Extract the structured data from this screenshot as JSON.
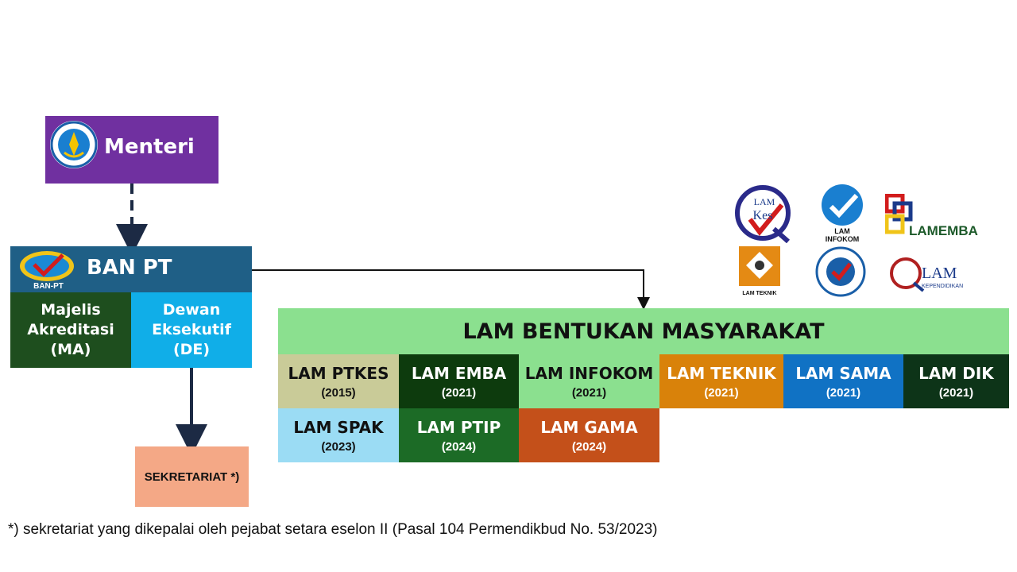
{
  "menteri": {
    "label": "Menteri"
  },
  "ban_pt": {
    "label": "BAN PT",
    "logo_text": "BAN-PT",
    "majelis": {
      "line1": "Majelis",
      "line2": "Akreditasi",
      "line3": "(MA)"
    },
    "dewan": {
      "line1": "Dewan",
      "line2": "Eksekutif",
      "line3": "(DE)"
    }
  },
  "sekretariat": {
    "label": "SEKRETARIAT *)"
  },
  "lam_header": {
    "label": "LAM BENTUKAN MASYARAKAT"
  },
  "lams": [
    {
      "name": "LAM PTKES",
      "year": "(2015)",
      "bg": "#c9cb98",
      "fg": "#111111"
    },
    {
      "name": "LAM EMBA",
      "year": "(2021)",
      "bg": "#0d3b0d",
      "fg": "#ffffff"
    },
    {
      "name": "LAM INFOKOM",
      "year": "(2021)",
      "bg": "#8be08f",
      "fg": "#111111"
    },
    {
      "name": "LAM TEKNIK",
      "year": "(2021)",
      "bg": "#d9820a",
      "fg": "#ffffff"
    },
    {
      "name": "LAM SAMA",
      "year": "(2021)",
      "bg": "#1072c4",
      "fg": "#ffffff"
    },
    {
      "name": "LAM DIK",
      "year": "(2021)",
      "bg": "#0d3418",
      "fg": "#ffffff"
    },
    {
      "name": "LAM SPAK",
      "year": "(2023)",
      "bg": "#9bdcf4",
      "fg": "#111111"
    },
    {
      "name": "LAM PTIP",
      "year": "(2024)",
      "bg": "#1c6b26",
      "fg": "#ffffff"
    },
    {
      "name": "LAM GAMA",
      "year": "(2024)",
      "bg": "#c4501a",
      "fg": "#ffffff"
    }
  ],
  "logos": {
    "lamkes": {
      "line1": "LAM",
      "line2": "Kes"
    },
    "infokom": {
      "line1": "LAM",
      "line2": "INFOKOM"
    },
    "lamemba": {
      "label": "LAMEMBA"
    },
    "teknik": {
      "label": "LAM TEKNIK"
    },
    "lamdik": {
      "line1": "LAM",
      "line2": "KEPENDIDIKAN"
    }
  },
  "footnote": "*) sekretariat yang dikepalai oleh pejabat setara eselon II (Pasal 104 Permendikbud No. 53/2023)"
}
